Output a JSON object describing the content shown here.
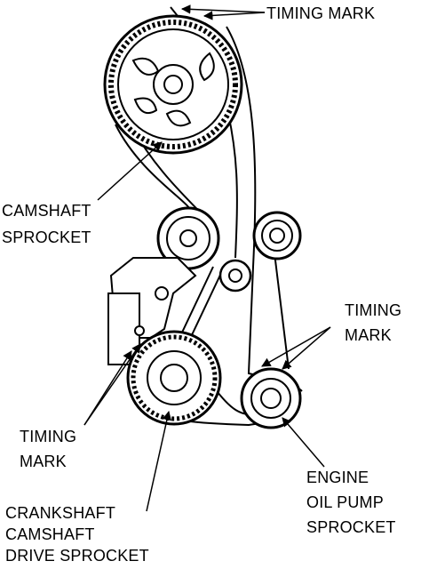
{
  "labels": {
    "timing_mark_top": "TIMING MARK",
    "camshaft_sprocket": [
      "CAMSHAFT",
      "SPROCKET"
    ],
    "timing_mark_right": [
      "TIMING",
      "MARK"
    ],
    "timing_mark_left": [
      "TIMING",
      "MARK"
    ],
    "engine_oil_pump_sprocket": [
      "ENGINE",
      "OIL PUMP",
      "SPROCKET"
    ],
    "crankshaft_camshaft_drive_sprocket": [
      "CRANKSHAFT",
      "CAMSHAFT",
      "DRIVE SPROCKET"
    ]
  }
}
